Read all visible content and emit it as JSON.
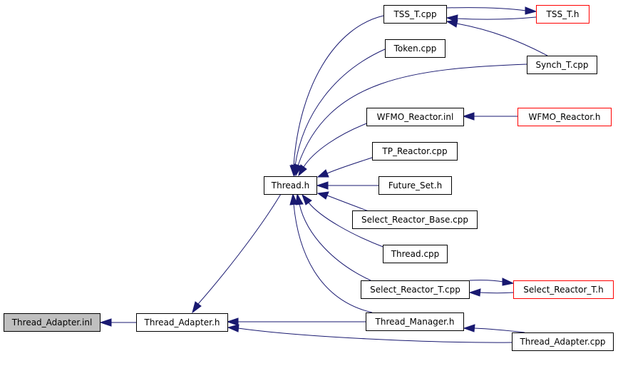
{
  "nodes": {
    "thread_adapter_inl": "Thread_Adapter.inl",
    "thread_adapter_h": "Thread_Adapter.h",
    "thread_h": "Thread.h",
    "tss_t_cpp": "TSS_T.cpp",
    "tss_t_h": "TSS_T.h",
    "token_cpp": "Token.cpp",
    "synch_t_cpp": "Synch_T.cpp",
    "wfmo_reactor_inl": "WFMO_Reactor.inl",
    "wfmo_reactor_h": "WFMO_Reactor.h",
    "tp_reactor_cpp": "TP_Reactor.cpp",
    "future_set_h": "Future_Set.h",
    "select_reactor_base_cpp": "Select_Reactor_Base.cpp",
    "thread_cpp": "Thread.cpp",
    "select_reactor_t_cpp": "Select_Reactor_T.cpp",
    "select_reactor_t_h": "Select_Reactor_T.h",
    "thread_manager_h": "Thread_Manager.h",
    "thread_adapter_cpp": "Thread_Adapter.cpp"
  },
  "colors": {
    "edge": "#191970",
    "highlight_fill": "#bfbfbf",
    "truncated_border": "#ff0000",
    "normal_border": "#000000"
  }
}
